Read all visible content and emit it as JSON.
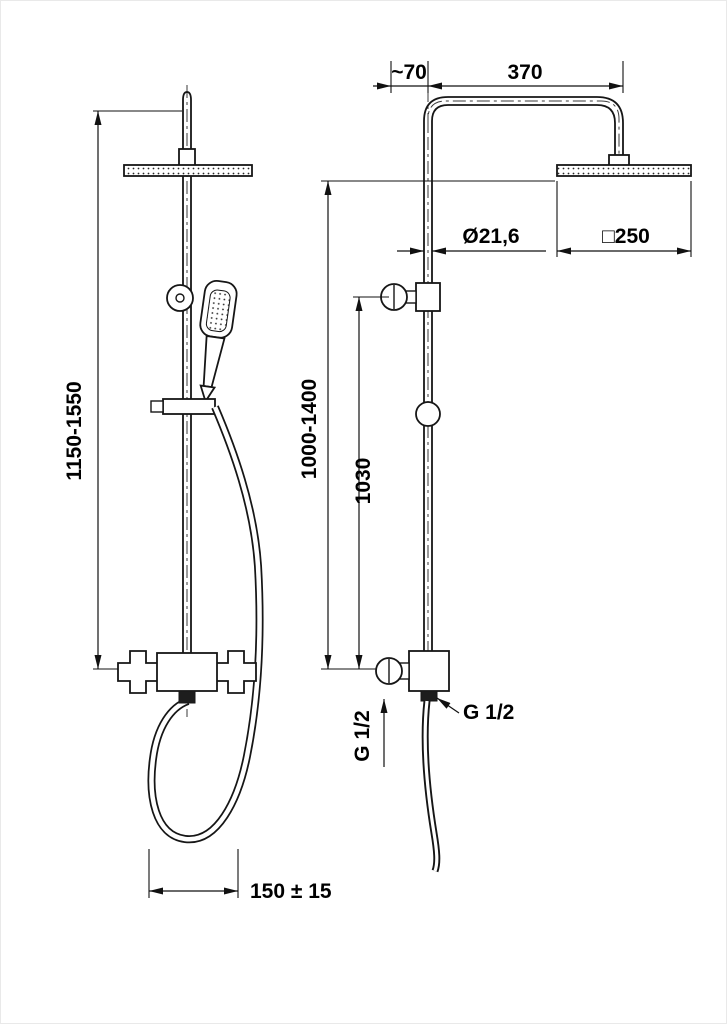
{
  "labels": {
    "front": {
      "height_range": "1150-1550",
      "inlet_spacing": "150 ± 15"
    },
    "side": {
      "wall_offset": "~70",
      "arm_length": "370",
      "pipe_diameter": "Ø21,6",
      "head_size": "□250",
      "riser_height_range": "1000-1400",
      "diverter_height": "1030",
      "thread_wall": "G 1/2",
      "thread_outlet": "G 1/2"
    }
  }
}
